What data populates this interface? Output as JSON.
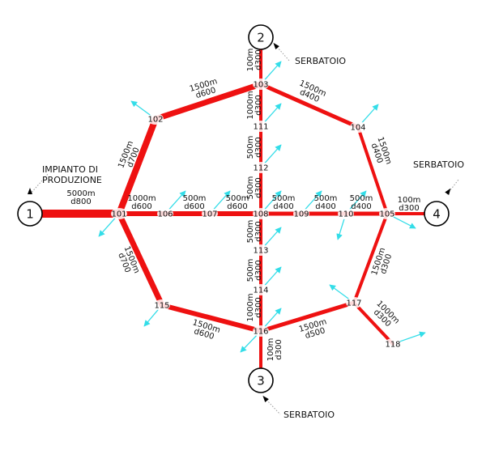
{
  "network": {
    "sources": [
      {
        "id": "n1",
        "number": "1"
      },
      {
        "id": "n2",
        "number": "2"
      },
      {
        "id": "n3",
        "number": "3"
      },
      {
        "id": "n4",
        "number": "4"
      }
    ],
    "junctions": [
      {
        "id": "j101",
        "label": "101"
      },
      {
        "id": "j102",
        "label": "102"
      },
      {
        "id": "j103",
        "label": "103"
      },
      {
        "id": "j104",
        "label": "104"
      },
      {
        "id": "j105",
        "label": "105"
      },
      {
        "id": "j106",
        "label": "106"
      },
      {
        "id": "j107",
        "label": "107"
      },
      {
        "id": "j108",
        "label": "108"
      },
      {
        "id": "j109",
        "label": "109"
      },
      {
        "id": "j110",
        "label": "110"
      },
      {
        "id": "j111",
        "label": "111"
      },
      {
        "id": "j112",
        "label": "112"
      },
      {
        "id": "j113",
        "label": "113"
      },
      {
        "id": "j114",
        "label": "114"
      },
      {
        "id": "j115",
        "label": "115"
      },
      {
        "id": "j116",
        "label": "116"
      },
      {
        "id": "j117",
        "label": "117"
      },
      {
        "id": "j118",
        "label": "118"
      }
    ],
    "pipes": [
      {
        "id": "p1-101",
        "length": "5000m",
        "diameter": "d800"
      },
      {
        "id": "p101-102",
        "length": "1500m",
        "diameter": "d700"
      },
      {
        "id": "p102-103",
        "length": "1500m",
        "diameter": "d600"
      },
      {
        "id": "p103-104",
        "length": "1500m",
        "diameter": "d400"
      },
      {
        "id": "p104-105",
        "length": "1500m",
        "diameter": "d400"
      },
      {
        "id": "p105-4",
        "length": "100m",
        "diameter": "d300"
      },
      {
        "id": "p2-103",
        "length": "100m",
        "diameter": "d300"
      },
      {
        "id": "p103-111",
        "length": "1000m",
        "diameter": "d300"
      },
      {
        "id": "p111-112",
        "length": "500m",
        "diameter": "d300"
      },
      {
        "id": "p112-108",
        "length": "500m",
        "diameter": "d300"
      },
      {
        "id": "p101-106",
        "length": "1000m",
        "diameter": "d600"
      },
      {
        "id": "p106-107",
        "length": "500m",
        "diameter": "d600"
      },
      {
        "id": "p107-108",
        "length": "500m",
        "diameter": "d600"
      },
      {
        "id": "p108-109",
        "length": "500m",
        "diameter": "d400"
      },
      {
        "id": "p109-110",
        "length": "500m",
        "diameter": "d400"
      },
      {
        "id": "p110-105",
        "length": "500m",
        "diameter": "d400"
      },
      {
        "id": "p108-113",
        "length": "500m",
        "diameter": "d300"
      },
      {
        "id": "p113-114",
        "length": "500m",
        "diameter": "d300"
      },
      {
        "id": "p114-116",
        "length": "1000m",
        "diameter": "d300"
      },
      {
        "id": "p101-115",
        "length": "1500m",
        "diameter": "d700"
      },
      {
        "id": "p115-116",
        "length": "1500m",
        "diameter": "d600"
      },
      {
        "id": "p116-117",
        "length": "1500m",
        "diameter": "d500"
      },
      {
        "id": "p105-117",
        "length": "1500m",
        "diameter": "d300"
      },
      {
        "id": "p117-118",
        "length": "1000m",
        "diameter": "d300"
      },
      {
        "id": "p116-3",
        "length": "100m",
        "diameter": "d300"
      }
    ],
    "callouts": [
      {
        "id": "c1",
        "lines": [
          "IMPIANTO DI",
          "PRODUZIONE"
        ]
      },
      {
        "id": "c2",
        "lines": [
          "SERBATOIO"
        ]
      },
      {
        "id": "c3",
        "lines": [
          "SERBATOIO"
        ]
      },
      {
        "id": "c4",
        "lines": [
          "SERBATOIO"
        ]
      }
    ],
    "colors": {
      "pipe": "#ee1111",
      "demand_arrow": "#33dde8",
      "node_outline": "#000000",
      "leader_dots": "#999999",
      "background": "#ffffff"
    },
    "icons": {
      "demand": "outflow-arrow-icon",
      "source": "numbered-circle-icon"
    }
  }
}
